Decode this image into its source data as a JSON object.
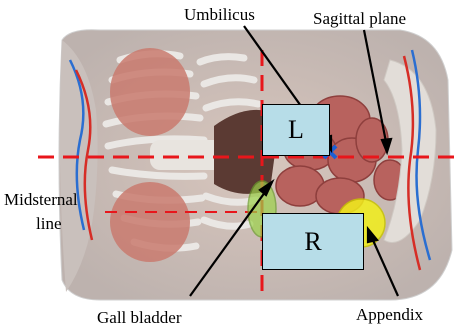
{
  "labels": {
    "umbilicus": "Umbilicus",
    "sagittal_plane": "Sagittal plane",
    "midsternal_line_1": "Midsternal",
    "midsternal_line_2": "line",
    "gall_bladder": "Gall bladder",
    "appendix": "Appendix"
  },
  "boxes": {
    "left": "L",
    "right": "R"
  },
  "colors": {
    "dashed_line": "#e8161b",
    "box_fill": "#b7dde8",
    "gall_bladder_marker": "#9bd24a",
    "appendix_marker": "#f2ef1a",
    "umbilicus_marker": "#1a5fd6"
  }
}
